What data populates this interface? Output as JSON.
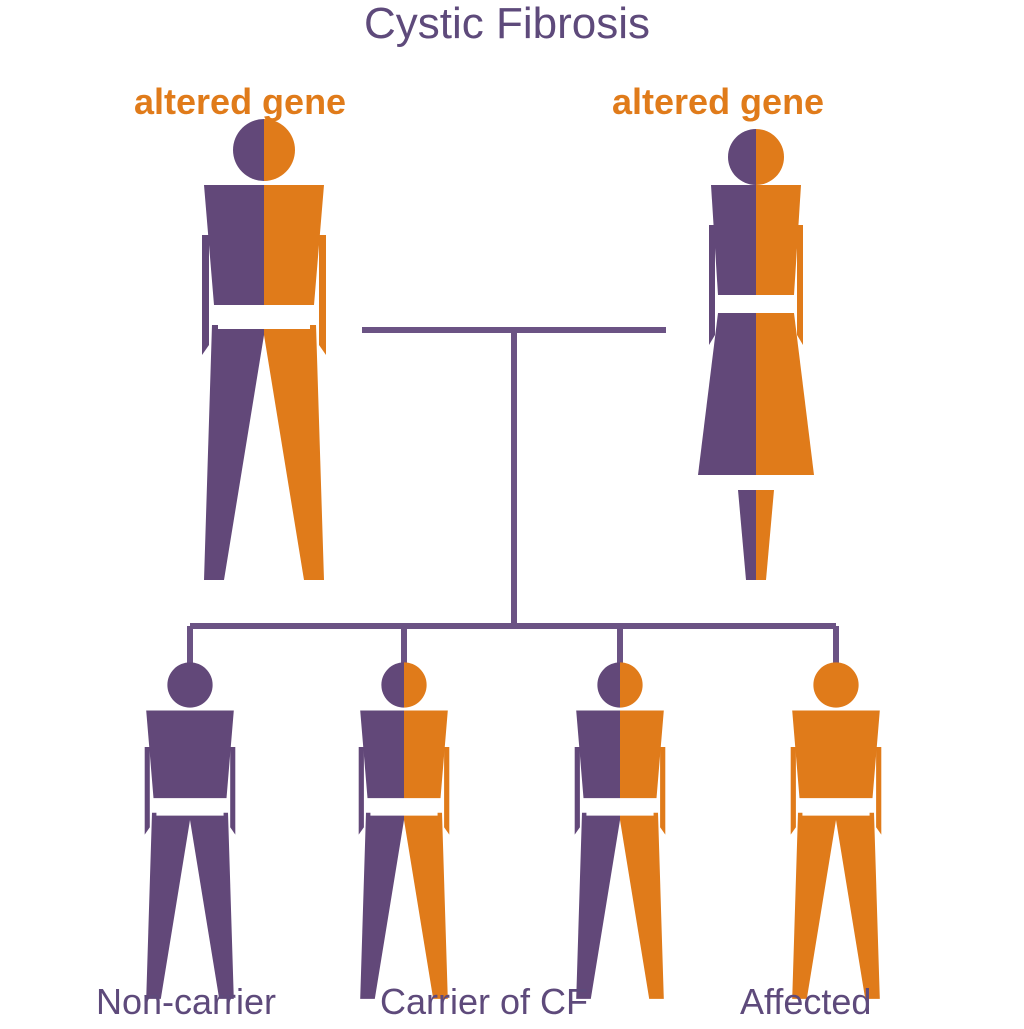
{
  "title": "Cystic Fibrosis",
  "colors": {
    "purple": "#624879",
    "orange": "#e07b1a",
    "line": "#6b5384",
    "background": "#ffffff"
  },
  "parents": [
    {
      "label": "altered gene",
      "sex": "male",
      "left_color": "purple",
      "right_color": "orange"
    },
    {
      "label": "altered gene",
      "sex": "female",
      "left_color": "purple",
      "right_color": "orange"
    }
  ],
  "children": [
    {
      "label": "Non-carrier",
      "left_color": "purple",
      "right_color": "purple"
    },
    {
      "label": "Carrier of CF",
      "left_color": "purple",
      "right_color": "orange"
    },
    {
      "label": "",
      "left_color": "purple",
      "right_color": "orange"
    },
    {
      "label": "Affected",
      "left_color": "orange",
      "right_color": "orange"
    }
  ]
}
